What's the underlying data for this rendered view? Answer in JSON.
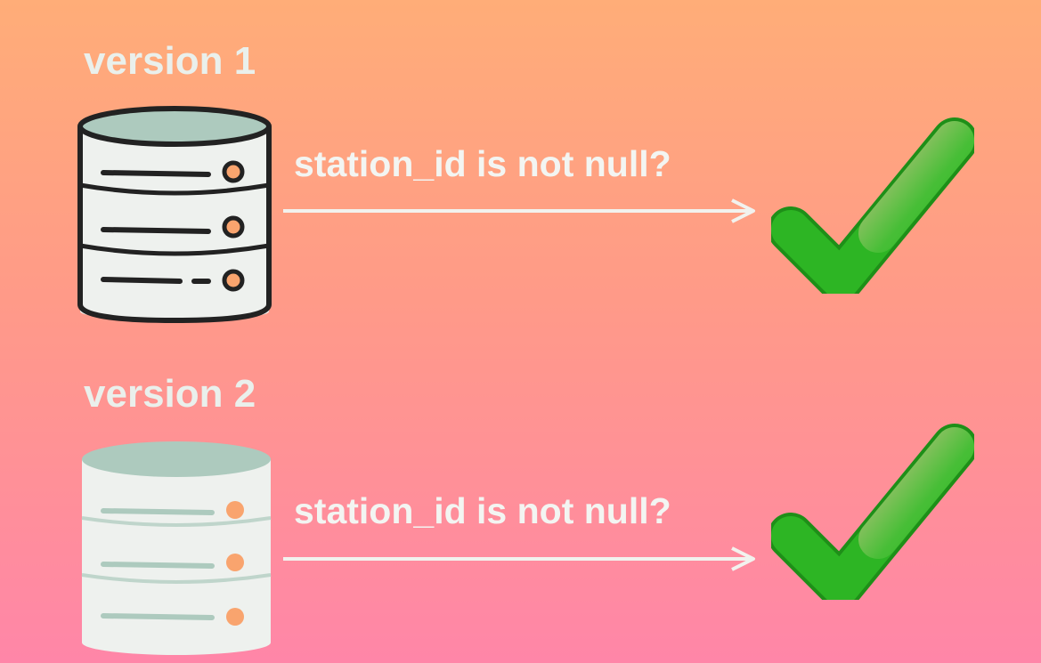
{
  "rows": [
    {
      "label": "version 1",
      "check_text": "station_id is not null?",
      "db_style": "outlined",
      "result_icon": "checkmark-icon"
    },
    {
      "label": "version 2",
      "check_text": "station_id is not null?",
      "db_style": "flat",
      "result_icon": "checkmark-icon"
    }
  ],
  "colors": {
    "background_top": "#FFAD78",
    "background_bottom": "#FF86A8",
    "label_text": "#EAF0EC",
    "db_body": "#EEF1EE",
    "db_top": "#ADCABE",
    "db_indicator": "#F9A46E",
    "check_green": "#2DB524",
    "arrow": "#F2F2EE"
  }
}
